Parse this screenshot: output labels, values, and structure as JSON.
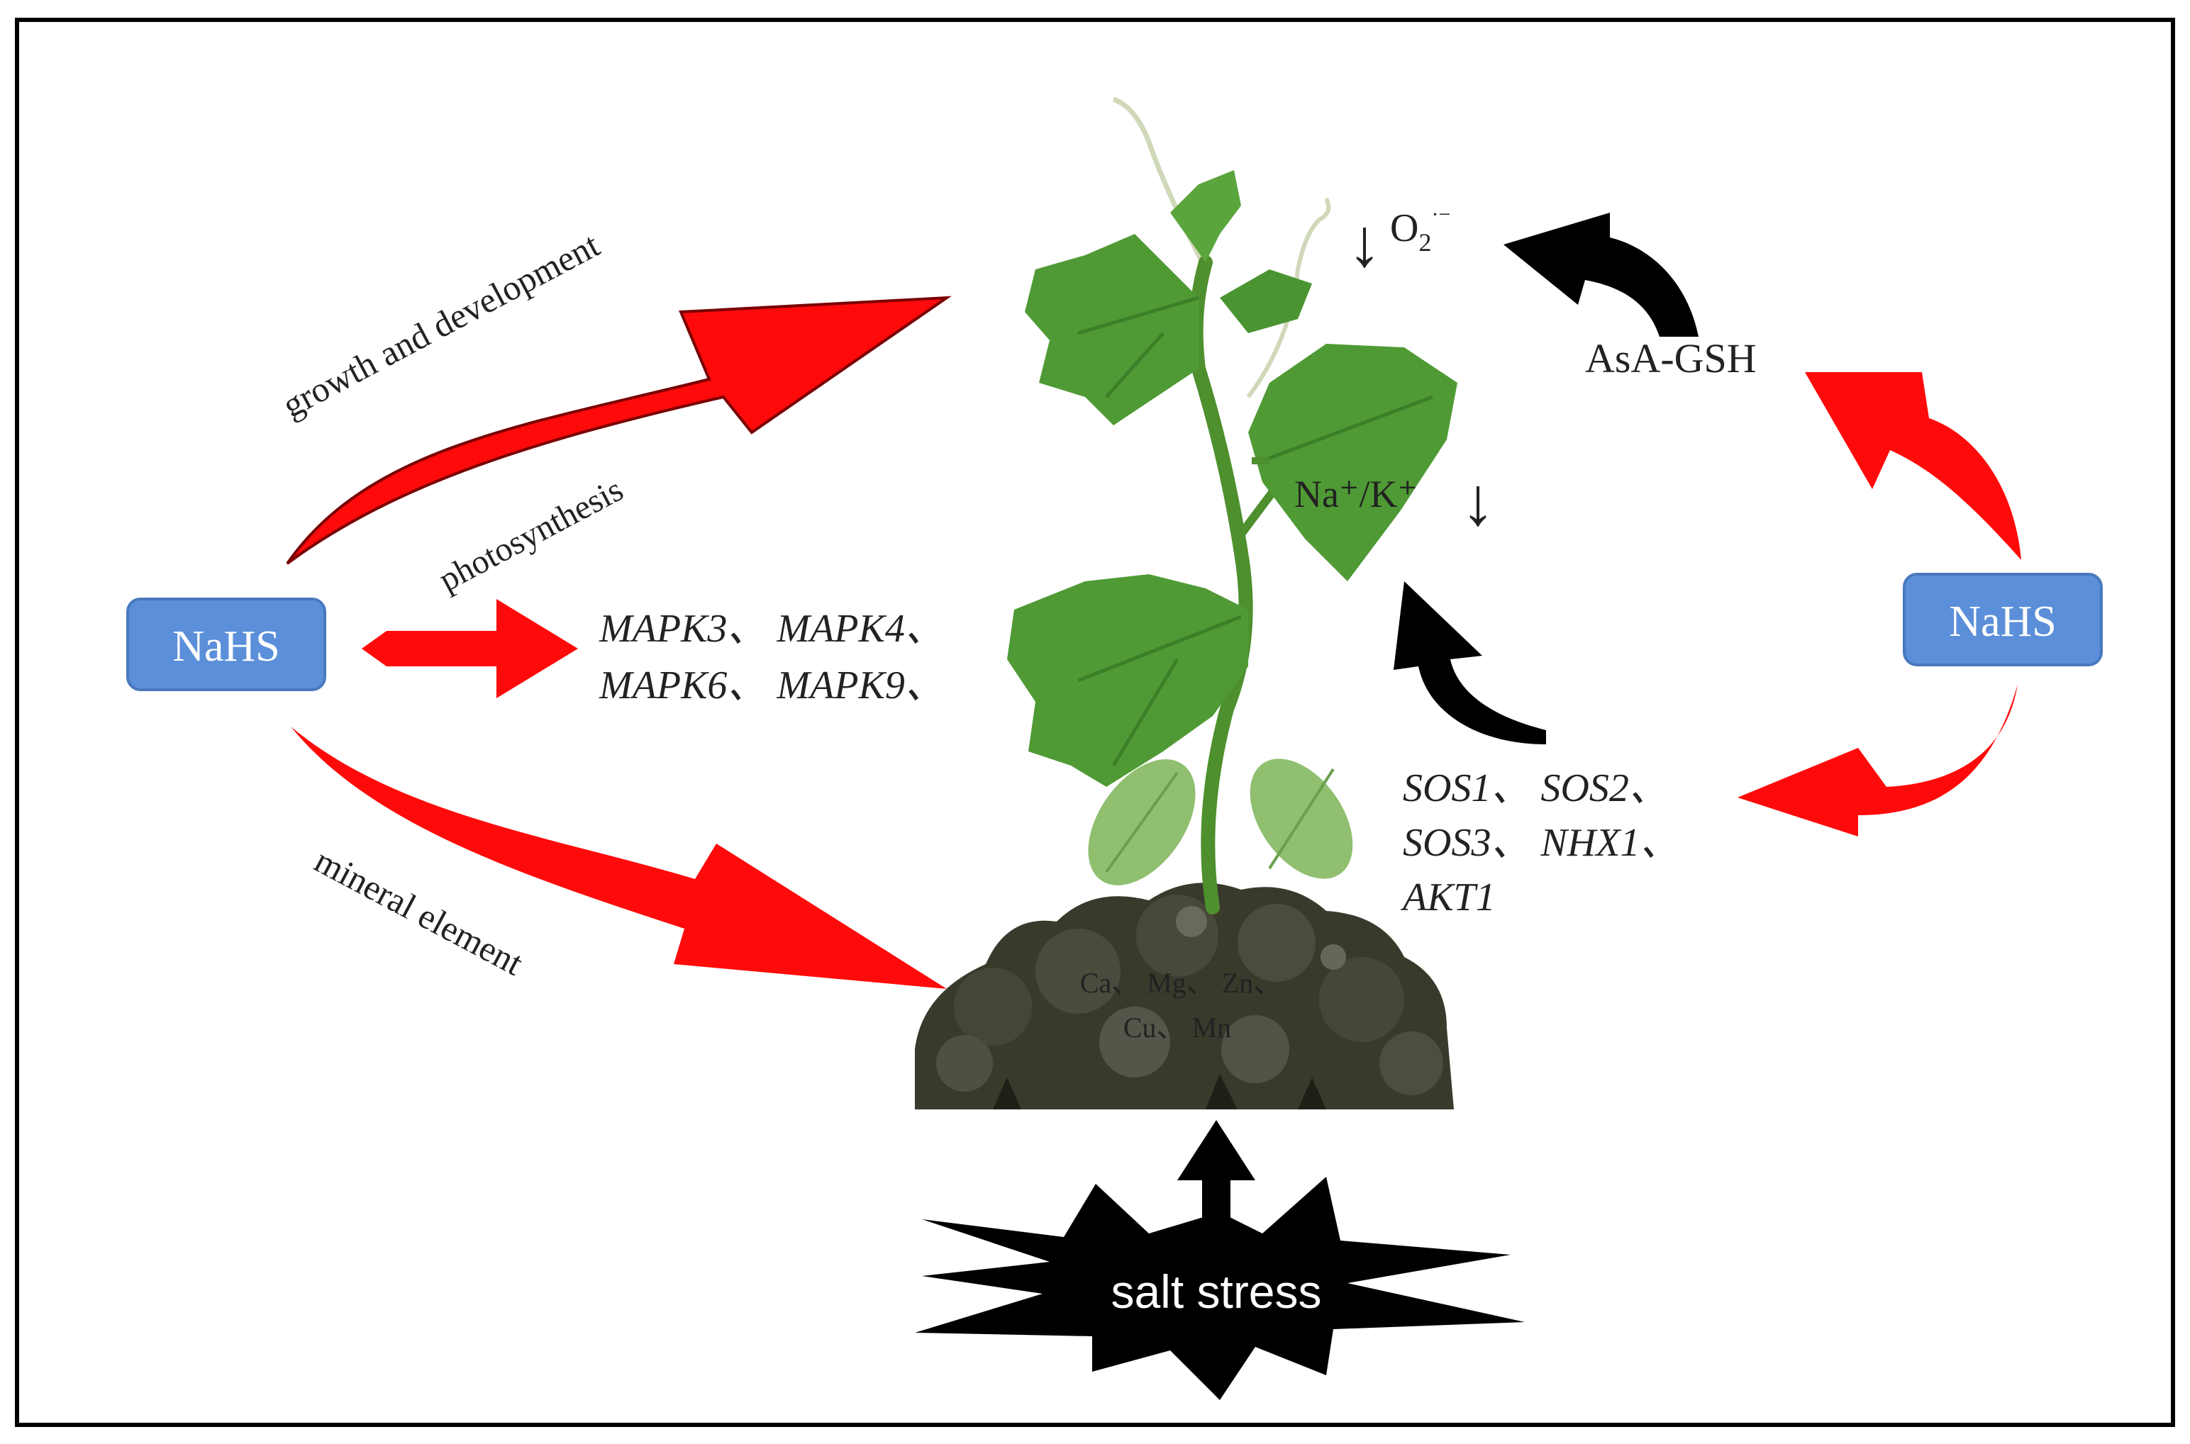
{
  "left_box": {
    "label": "NaHS"
  },
  "right_box": {
    "label": "NaHS"
  },
  "labels": {
    "growth": "growth and development",
    "photosynthesis": "photosynthesis",
    "mineral": "mineral element",
    "mapk_line1": "MAPK3、 MAPK4、",
    "mapk_line2": "MAPK6、 MAPK9、",
    "minerals_line1": "Ca、 Mg、 Zn、",
    "minerals_line2": "Cu、 Mn",
    "ros_arrow": "↓",
    "ros_base": "O",
    "ros_sub": "2",
    "ros_sup": "·−",
    "ion_ratio": "Na⁺/K⁺",
    "ion_arrow": "↓",
    "asa_gsh": "AsA-GSH",
    "sos_line1": "SOS1、 SOS2、",
    "sos_line2": "SOS3、 NHX1、",
    "sos_line3": "AKT1",
    "salt_stress": "salt stress"
  },
  "colors": {
    "box_fill": "#5b8fd9",
    "box_stroke": "#4a78bd",
    "box_text": "#ffffff",
    "effect_arrow": "#ff0a0a",
    "effect_arrow_edge": "#7a0000",
    "black_arrow": "#000000",
    "soil": "#3a3a2c",
    "stem": "#4e8f2e",
    "leaf": "#4f9a35",
    "leaf_dark": "#3d7f28",
    "cotyledon": "#8fbf6f"
  }
}
